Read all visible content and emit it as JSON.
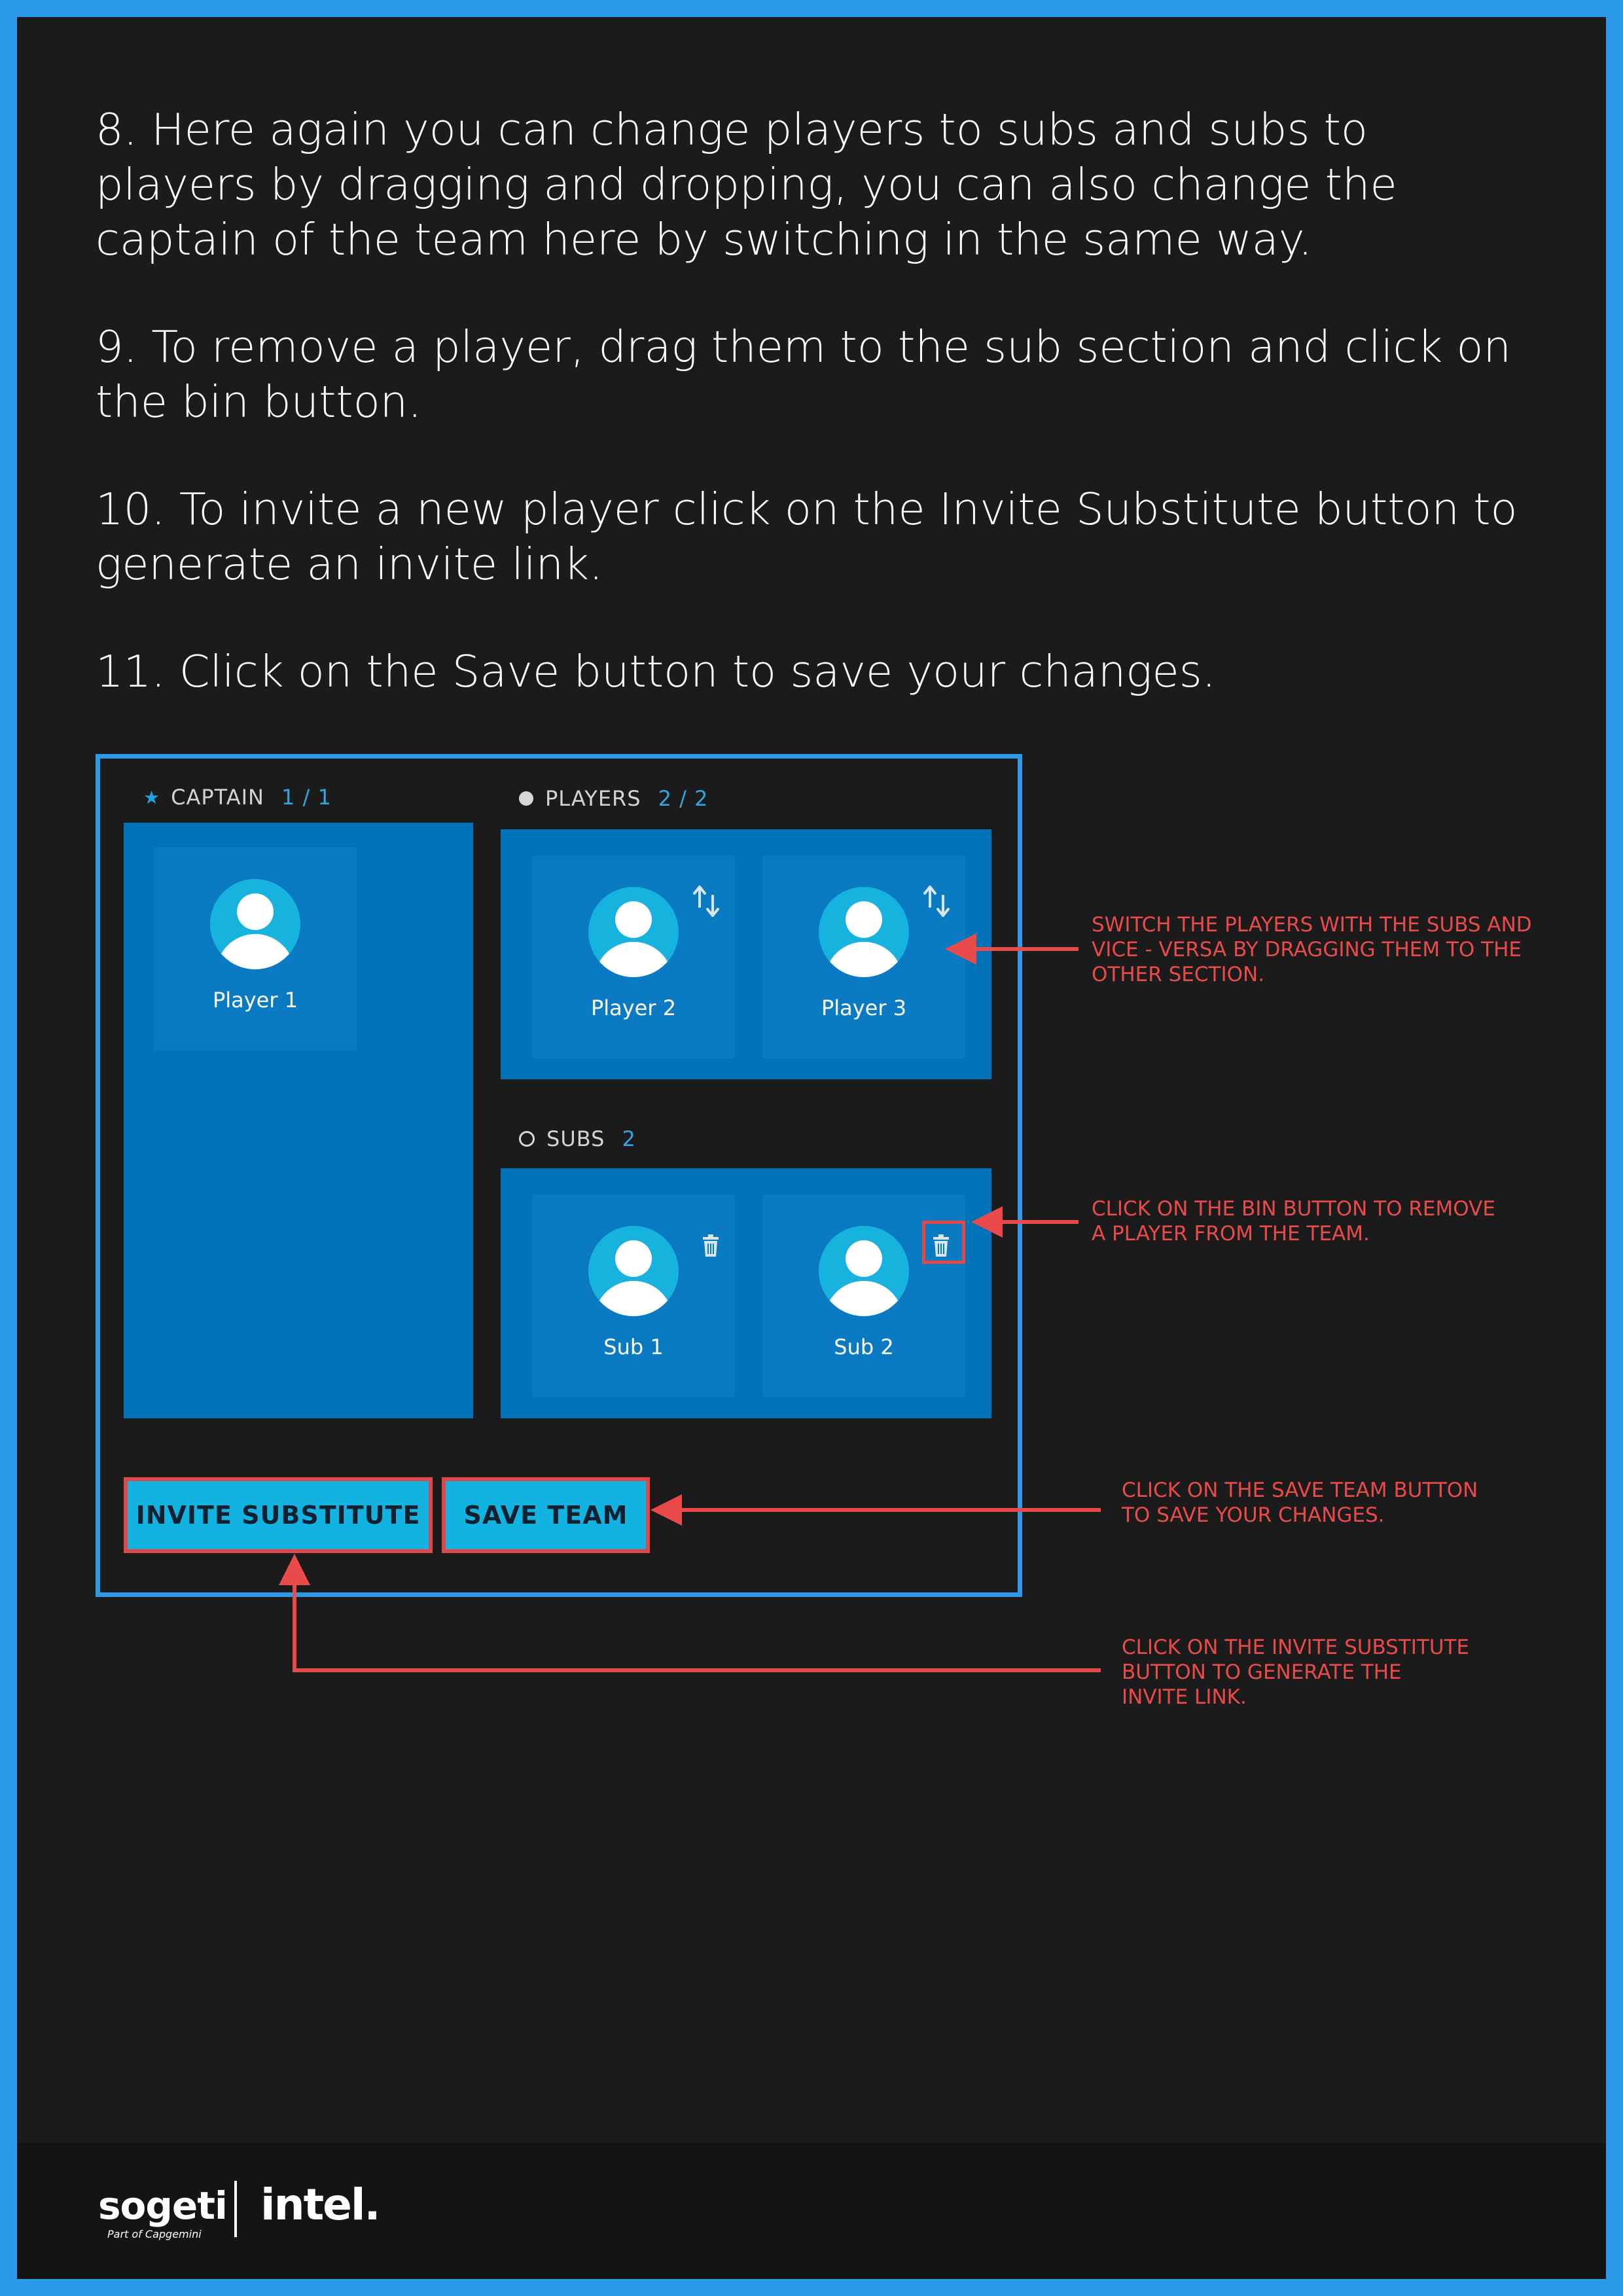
{
  "instructions": [
    "8. Here again you can change players to subs and subs to players by dragging and dropping, you can also change the captain of the team here by switching in the same way.",
    "9. To remove a player, drag them to the sub section and click on the bin button.",
    "10. To invite a new player click on the Invite Substitute button to generate an invite link.",
    "11. Click on the Save button to save your changes."
  ],
  "team": {
    "captain": {
      "label": "CAPTAIN",
      "count": "1 / 1",
      "icon": "star-icon",
      "members": [
        "Player 1"
      ]
    },
    "players": {
      "label": "PLAYERS",
      "count": "2 / 2",
      "icon": "filled-dot-icon",
      "members": [
        "Player 2",
        "Player 3"
      ]
    },
    "subs": {
      "label": "SUBS",
      "count": "2",
      "icon": "empty-circle-icon",
      "members": [
        "Sub 1",
        "Sub 2"
      ]
    },
    "buttons": {
      "invite": "INVITE SUBSTITUTE",
      "save": "SAVE TEAM"
    }
  },
  "annotations": {
    "switch": "SWITCH THE PLAYERS WITH THE SUBS AND\nVICE - VERSA BY DRAGGING THEM TO THE\nOTHER SECTION.",
    "bin": "CLICK ON THE BIN BUTTON TO REMOVE\nA PLAYER FROM THE TEAM.",
    "save": "CLICK ON THE SAVE TEAM BUTTON\nTO SAVE YOUR CHANGES.",
    "invite": "CLICK ON THE INVITE SUBSTITUTE\nBUTTON TO GENERATE THE\nINVITE LINK."
  },
  "footer": {
    "logo_sogeti": "sogeti",
    "logo_sogeti_sub": "Part of Capgemini",
    "logo_intel": "intel."
  },
  "colors": {
    "accent": "#2b9be8",
    "panel": "#0072b8",
    "annotation": "#ea4a4a",
    "button": "#12b3e0"
  }
}
